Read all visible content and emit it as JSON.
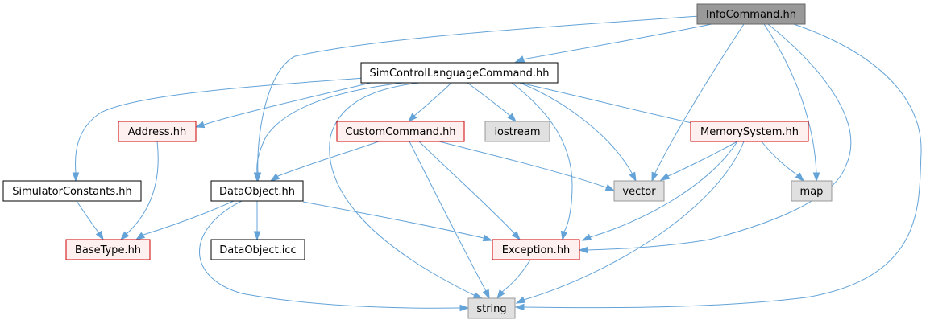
{
  "graph": {
    "nodes": [
      {
        "id": "info",
        "label": "InfoCommand.hh",
        "style": "root"
      },
      {
        "id": "simcl",
        "label": "SimControlLanguageCommand.hh",
        "style": "normal"
      },
      {
        "id": "address",
        "label": "Address.hh",
        "style": "red"
      },
      {
        "id": "custom",
        "label": "CustomCommand.hh",
        "style": "red"
      },
      {
        "id": "iostream",
        "label": "iostream",
        "style": "system"
      },
      {
        "id": "memory",
        "label": "MemorySystem.hh",
        "style": "red"
      },
      {
        "id": "simconst",
        "label": "SimulatorConstants.hh",
        "style": "normal"
      },
      {
        "id": "dataobj",
        "label": "DataObject.hh",
        "style": "normal"
      },
      {
        "id": "vector",
        "label": "vector",
        "style": "system"
      },
      {
        "id": "map",
        "label": "map",
        "style": "system"
      },
      {
        "id": "basetype",
        "label": "BaseType.hh",
        "style": "red"
      },
      {
        "id": "dataicc",
        "label": "DataObject.icc",
        "style": "normal"
      },
      {
        "id": "exception",
        "label": "Exception.hh",
        "style": "red"
      },
      {
        "id": "string",
        "label": "string",
        "style": "system"
      }
    ],
    "edges": [
      {
        "from": "info",
        "to": "simcl"
      },
      {
        "from": "info",
        "to": "dataobj"
      },
      {
        "from": "info",
        "to": "vector"
      },
      {
        "from": "info",
        "to": "map"
      },
      {
        "from": "info",
        "to": "exception"
      },
      {
        "from": "info",
        "to": "string"
      },
      {
        "from": "simcl",
        "to": "address"
      },
      {
        "from": "simcl",
        "to": "custom"
      },
      {
        "from": "simcl",
        "to": "iostream"
      },
      {
        "from": "simcl",
        "to": "memory"
      },
      {
        "from": "simcl",
        "to": "simconst"
      },
      {
        "from": "simcl",
        "to": "dataobj"
      },
      {
        "from": "simcl",
        "to": "vector"
      },
      {
        "from": "simcl",
        "to": "exception"
      },
      {
        "from": "simcl",
        "to": "string"
      },
      {
        "from": "address",
        "to": "basetype"
      },
      {
        "from": "custom",
        "to": "dataobj"
      },
      {
        "from": "custom",
        "to": "vector"
      },
      {
        "from": "custom",
        "to": "exception"
      },
      {
        "from": "custom",
        "to": "string"
      },
      {
        "from": "memory",
        "to": "vector"
      },
      {
        "from": "memory",
        "to": "map"
      },
      {
        "from": "memory",
        "to": "exception"
      },
      {
        "from": "memory",
        "to": "string"
      },
      {
        "from": "simconst",
        "to": "basetype"
      },
      {
        "from": "dataobj",
        "to": "basetype"
      },
      {
        "from": "dataobj",
        "to": "dataicc"
      },
      {
        "from": "dataobj",
        "to": "exception"
      },
      {
        "from": "dataobj",
        "to": "string"
      },
      {
        "from": "exception",
        "to": "string"
      }
    ]
  },
  "colors": {
    "edge": "#63a3d8",
    "root_fill": "#999999",
    "root_border": "#666666",
    "normal_fill": "#ffffff",
    "normal_border": "#000000",
    "red_fill": "#fff0f0",
    "red_border": "#cc0000",
    "system_fill": "#e0e0e0",
    "system_border": "#999999"
  }
}
